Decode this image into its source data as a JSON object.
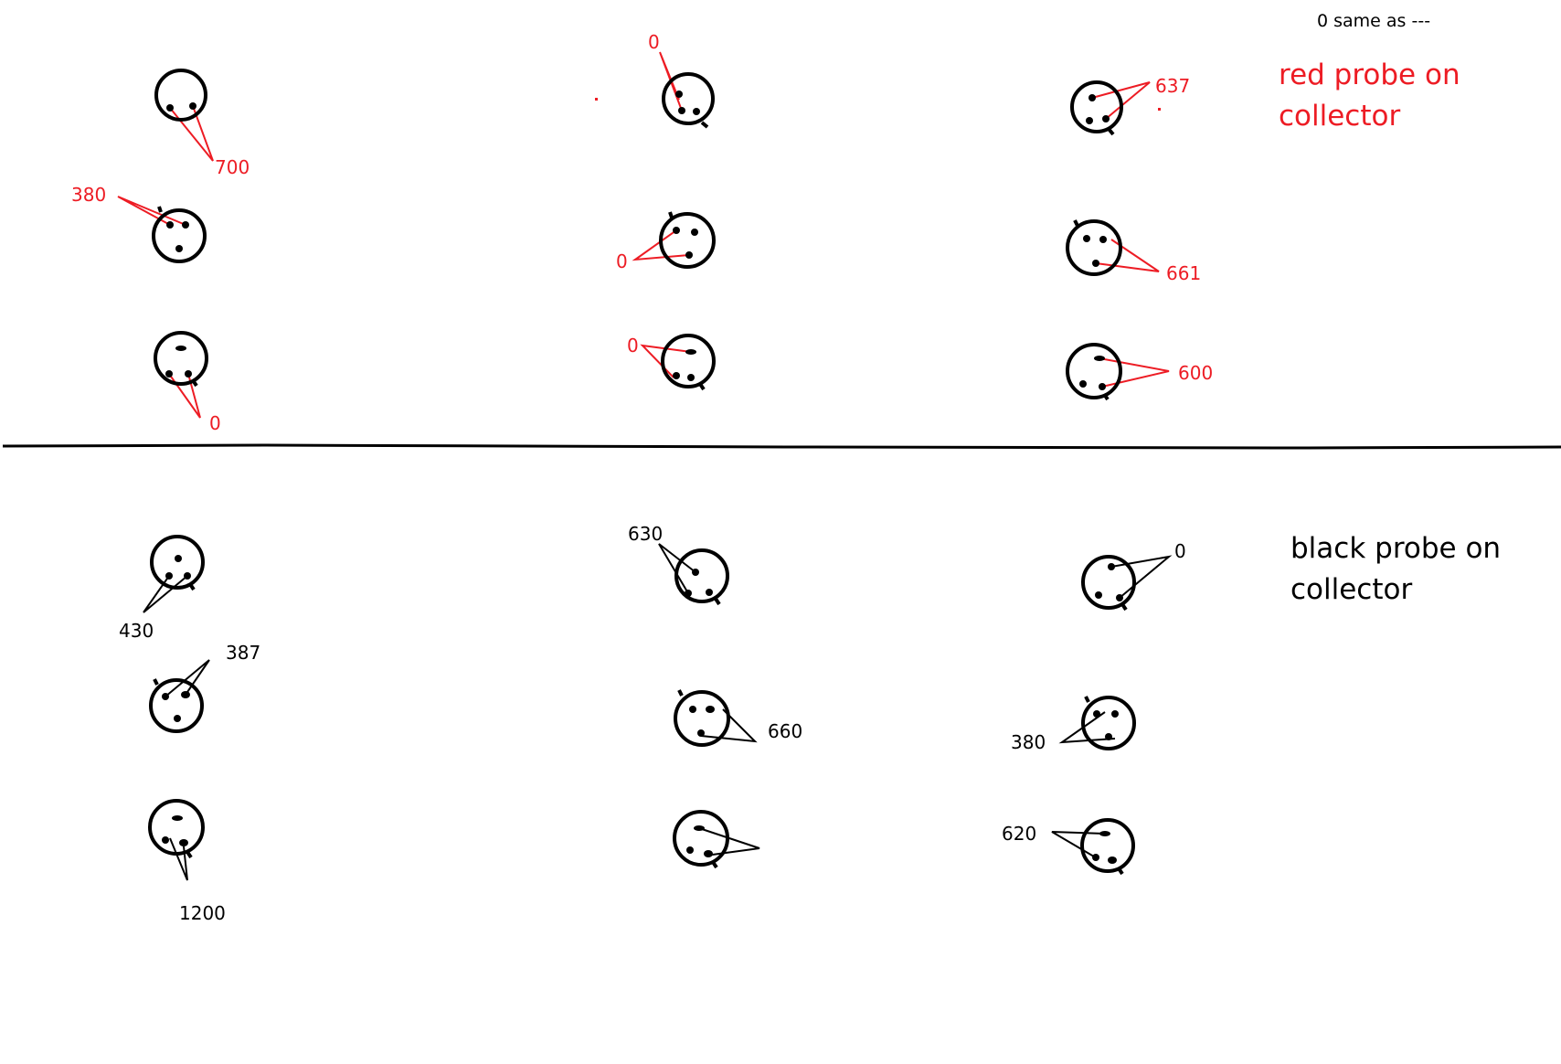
{
  "note": "0 same as ---",
  "sections": {
    "red": {
      "title": "red probe on collector",
      "color": "#ed1c24",
      "readings": [
        "700",
        "0",
        "637",
        "380",
        "0",
        "661",
        "0",
        "0",
        "600"
      ]
    },
    "black": {
      "title": "black probe on collector",
      "color": "#000000",
      "readings": [
        "430",
        "630",
        "0",
        "387",
        "660",
        "380",
        "1200",
        "",
        "620"
      ]
    }
  }
}
